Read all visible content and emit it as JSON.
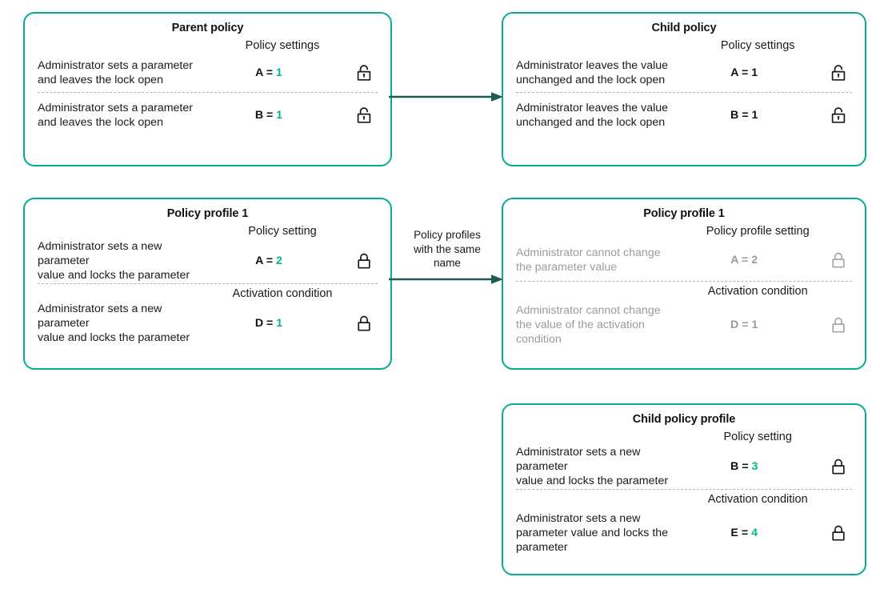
{
  "diagram": {
    "title_hidden": "Policy and policy profile inheritance",
    "accent_border": "#07ab93",
    "accent_value": "#05b48f",
    "arrow_color": "#1d5c54",
    "muted_color": "#9b9b9b"
  },
  "cards": [
    {
      "id": "parent-policy",
      "title": "Parent policy",
      "sections": [
        {
          "header": "Policy settings",
          "rows": [
            {
              "description": "Administrator sets a parameter\nand leaves the lock open",
              "param": "A",
              "value": "1",
              "lock": "unlocked",
              "muted": false
            }
          ]
        },
        {
          "header": "",
          "rows": [
            {
              "description": "Administrator sets a parameter\nand  leaves the lock open",
              "param": "B",
              "value": "1",
              "lock": "unlocked",
              "muted": false
            }
          ]
        }
      ]
    },
    {
      "id": "child-policy",
      "title": "Child policy",
      "sections": [
        {
          "header": "Policy settings",
          "rows": [
            {
              "description": "Administrator leaves the value\nunchanged and the lock open",
              "param": "A",
              "value": "1",
              "lock": "unlocked",
              "muted": false,
              "value_plain": true
            }
          ]
        },
        {
          "header": "",
          "rows": [
            {
              "description": "Administrator leaves the value\nunchanged and the lock open",
              "param": "B",
              "value": "1",
              "lock": "unlocked",
              "muted": false,
              "value_plain": true
            }
          ]
        }
      ]
    },
    {
      "id": "policy-profile-1-left",
      "title": "Policy profile 1",
      "sections": [
        {
          "header": "Policy setting",
          "rows": [
            {
              "description": "Administrator sets a new parameter\nvalue and locks the parameter",
              "param": "A",
              "value": "2",
              "lock": "locked",
              "muted": false
            }
          ]
        },
        {
          "header": "Activation condition",
          "rows": [
            {
              "description": "Administrator sets a new parameter\nvalue and locks the parameter",
              "param": "D",
              "value": "1",
              "lock": "locked",
              "muted": false
            }
          ]
        }
      ]
    },
    {
      "id": "policy-profile-1-right",
      "title": "Policy profile 1",
      "sections": [
        {
          "header": "Policy profile setting",
          "rows": [
            {
              "description": "Administrator cannot change\nthe parameter value",
              "param": "A",
              "value": "2",
              "lock": "locked",
              "muted": true
            }
          ]
        },
        {
          "header": "Activation condition",
          "rows": [
            {
              "description": "Administrator cannot change\nthe value of the activation\ncondition",
              "param": "D",
              "value": "1",
              "lock": "locked",
              "muted": true
            }
          ]
        }
      ]
    },
    {
      "id": "child-policy-profile",
      "title": "Child policy profile",
      "sections": [
        {
          "header": "Policy setting",
          "rows": [
            {
              "description": "Administrator sets a new parameter\n value and locks the parameter",
              "param": "B",
              "value": "3",
              "lock": "locked",
              "muted": false
            }
          ]
        },
        {
          "header": "Activation condition",
          "rows": [
            {
              "description": "Administrator sets a new\nparameter value and locks the\nparameter",
              "param": "E",
              "value": "4",
              "lock": "locked",
              "muted": false
            }
          ]
        }
      ]
    }
  ],
  "connectors": [
    {
      "id": "arrow-policy-top",
      "label": ""
    },
    {
      "id": "arrow-policy-profile",
      "label": "Policy profiles\nwith the same\nname"
    }
  ]
}
